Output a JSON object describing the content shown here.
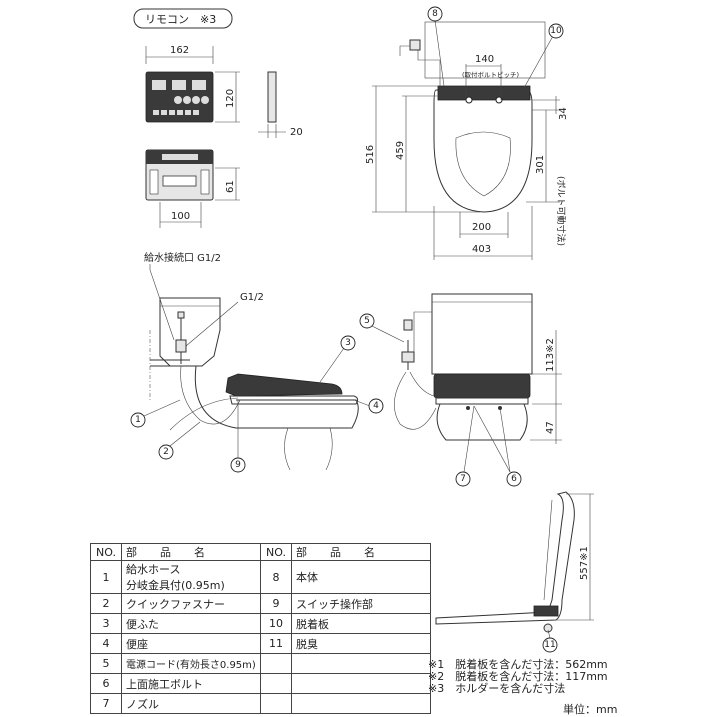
{
  "remote_label": "リモコン　※3",
  "dims": {
    "d162": "162",
    "d120": "120",
    "d20": "20",
    "d61": "61",
    "d100": "100",
    "d140": "140",
    "d516": "516",
    "d459": "459",
    "d34": "34",
    "d301": "301",
    "d200": "200",
    "d403": "403",
    "d113": "113※2",
    "d47": "47",
    "d557": "557※1",
    "bolt_range": "(ボルト可動寸法)"
  },
  "labels": {
    "water_supply": "給水接続口 G1/2",
    "g12": "G1/2",
    "bolt_pitch": "(取付ボルトピッチ)"
  },
  "callouts": [
    "1",
    "2",
    "3",
    "4",
    "5",
    "6",
    "7",
    "8",
    "9",
    "10",
    "11"
  ],
  "table": {
    "header": {
      "no": "NO.",
      "name": "部　品　名"
    },
    "rows": [
      {
        "no": "1",
        "name": "給水ホース",
        "name2": "分岐金具付(0.95m)",
        "no2": "8",
        "right": "本体"
      },
      {
        "no": "2",
        "name": "クイックファスナー",
        "no2": "9",
        "right": "スイッチ操作部"
      },
      {
        "no": "3",
        "name": "便ふた",
        "no2": "10",
        "right": "脱着板"
      },
      {
        "no": "4",
        "name": "便座",
        "no2": "11",
        "right": "脱臭"
      },
      {
        "no": "5",
        "name": "電源コード(有効長さ0.95m)",
        "no2": "",
        "right": ""
      },
      {
        "no": "6",
        "name": "上面施工ボルト",
        "no2": "",
        "right": ""
      },
      {
        "no": "7",
        "name": "ノズル",
        "no2": "",
        "right": ""
      }
    ]
  },
  "notes": [
    "※1　脱着板を含んだ寸法：562mm",
    "※2　脱着板を含んだ寸法：117mm",
    "※3　ホルダーを含んだ寸法"
  ],
  "unit": "単位：mm"
}
